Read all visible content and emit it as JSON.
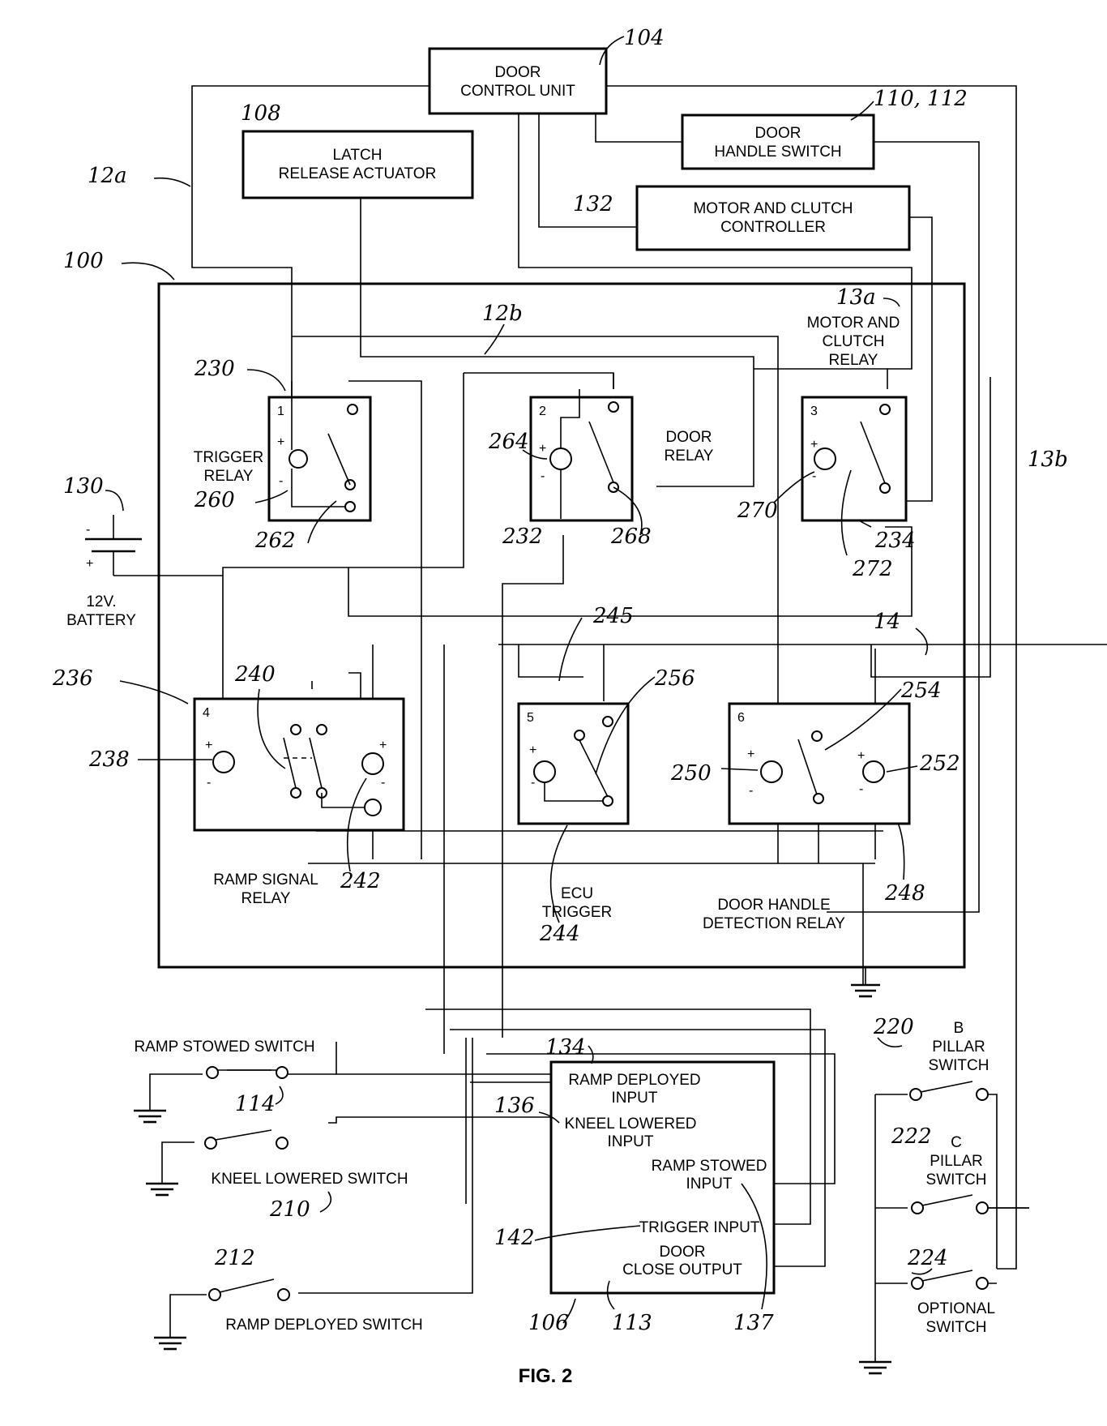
{
  "blocks": {
    "door_control_unit": [
      "DOOR",
      "CONTROL UNIT"
    ],
    "latch_release_actuator": [
      "LATCH",
      "RELEASE ACTUATOR"
    ],
    "door_handle_switch": [
      "DOOR",
      "HANDLE SWITCH"
    ],
    "motor_clutch_controller": [
      "MOTOR AND CLUTCH",
      "CONTROLLER"
    ],
    "controller_106": {
      "ramp_deployed_input": [
        "RAMP DEPLOYED",
        "INPUT"
      ],
      "kneel_lowered_input": [
        "KNEEL LOWERED",
        "INPUT"
      ],
      "ramp_stowed_input": [
        "RAMP STOWED",
        "INPUT"
      ],
      "trigger_input": "TRIGGER INPUT",
      "door_close_output": [
        "DOOR",
        "CLOSE OUTPUT"
      ]
    }
  },
  "relays": {
    "trigger": {
      "number": "1",
      "label": [
        "TRIGGER",
        "RELAY"
      ]
    },
    "door": {
      "number": "2",
      "label": [
        "DOOR",
        "RELAY"
      ]
    },
    "motor_clutch": {
      "number": "3",
      "label": [
        "MOTOR AND",
        "CLUTCH",
        "RELAY"
      ]
    },
    "ramp_signal": {
      "number": "4",
      "label": [
        "RAMP SIGNAL",
        "RELAY"
      ]
    },
    "ecu_trigger": {
      "number": "5",
      "label": [
        "ECU",
        "TRIGGER"
      ]
    },
    "door_handle_detection": {
      "number": "6",
      "label": [
        "DOOR HANDLE",
        "DETECTION RELAY"
      ]
    }
  },
  "battery": [
    "12V.",
    "BATTERY"
  ],
  "switches": {
    "ramp_stowed": "RAMP STOWED SWITCH",
    "kneel_lowered": "KNEEL LOWERED SWITCH",
    "ramp_deployed": "RAMP DEPLOYED SWITCH",
    "b_pillar": [
      "B",
      "PILLAR",
      "SWITCH"
    ],
    "c_pillar": [
      "C",
      "PILLAR",
      "SWITCH"
    ],
    "optional": [
      "OPTIONAL",
      "SWITCH"
    ]
  },
  "polarity": {
    "plus": "+",
    "minus": "-"
  },
  "refs": {
    "r104": "104",
    "r108": "108",
    "r110": "110, 112",
    "r12a": "12a",
    "r132": "132",
    "r100": "100",
    "r12b": "12b",
    "r13a": "13a",
    "r230": "230",
    "r264": "264",
    "r130": "130",
    "r260": "260",
    "r262": "262",
    "r232": "232",
    "r268": "268",
    "r270": "270",
    "r234": "234",
    "r272": "272",
    "r13b": "13b",
    "r245": "245",
    "r14": "14",
    "r236": "236",
    "r240": "240",
    "r256": "256",
    "r254": "254",
    "r238": "238",
    "r250": "250",
    "r252": "252",
    "r242": "242",
    "r248": "248",
    "r244": "244",
    "r220": "220",
    "r134": "134",
    "r114": "114",
    "r136": "136",
    "r222": "222",
    "r210": "210",
    "r142": "142",
    "r212": "212",
    "r224": "224",
    "r106": "106",
    "r113": "113",
    "r137": "137"
  },
  "figure_caption": "FIG. 2"
}
